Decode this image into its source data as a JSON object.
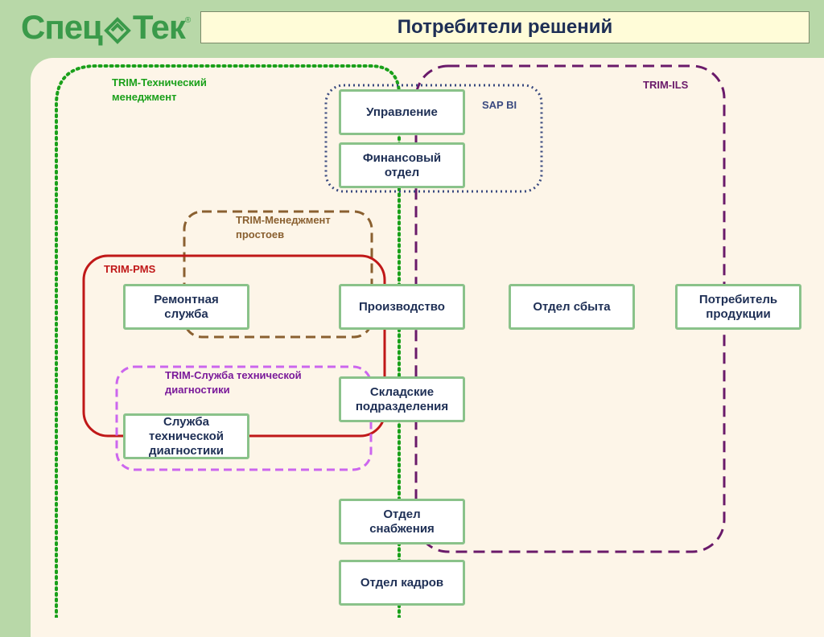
{
  "logo": {
    "text_left": "Спец",
    "text_right": "Тек",
    "reg_mark": "®"
  },
  "title": "Потребители решений",
  "groups": {
    "trim_tech": "TRIM-Технический\nменеджмент",
    "trim_ils": "TRIM-ILS",
    "sap_bi": "SAP BI",
    "trim_downtime": "TRIM-Менеджмент\n простоев",
    "trim_pms": "TRIM-PMS",
    "trim_diag": "TRIM-Служба технической\nдиагностики"
  },
  "nodes": {
    "management": "Управление",
    "finance": "Финансовый\nотдел",
    "repair": "Ремонтная\nслужба",
    "production": "Производство",
    "sales": "Отдел сбыта",
    "consumer": "Потребитель\nпродукции",
    "warehouse": "Складские\nподразделения",
    "diagnostics": "Служба\nтехнической\nдиагностики",
    "supply": "Отдел\nснабжения",
    "hr": "Отдел кадров"
  },
  "colors": {
    "trim_tech": "#1aa01a",
    "trim_ils": "#6a1a6a",
    "sap_bi": "#3a4a80",
    "trim_downtime": "#8a6030",
    "trim_pms": "#c01818",
    "trim_diag": "#cc66ee"
  }
}
